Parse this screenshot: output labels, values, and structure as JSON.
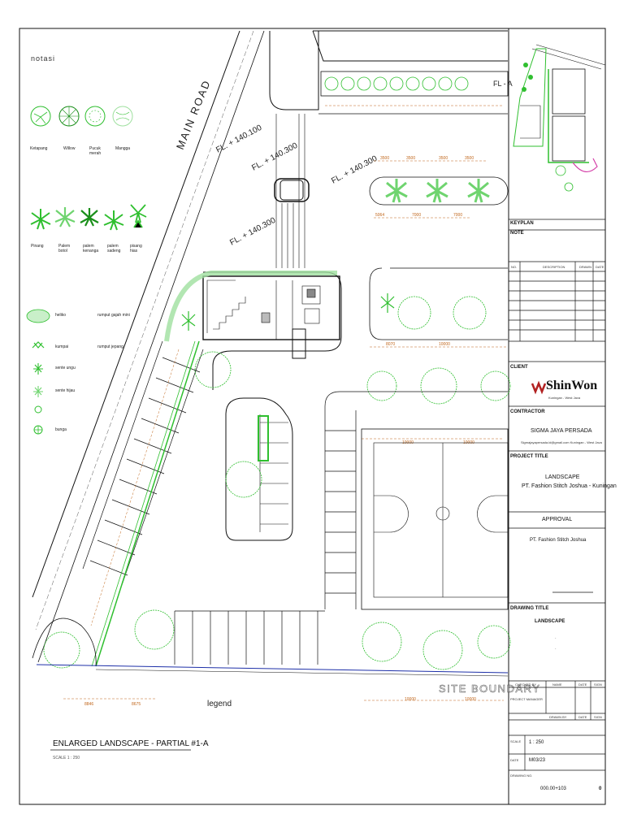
{
  "drawing": {
    "legend_heading": "notasi",
    "main_road": "MAIN ROAD",
    "elevations": [
      "FL. + 140.100",
      "FL. + 140.300",
      "FL. + 140.300",
      "FL. + 140.300"
    ],
    "fl_right": "FL - A",
    "dims_top": [
      "3500",
      "3500",
      "3500",
      "3500"
    ],
    "dims_mid": [
      "5064",
      "7000",
      "7000"
    ],
    "dims_park": [
      "8070",
      "10000"
    ],
    "dims_court": [
      "10000",
      "10000"
    ],
    "dims_bottom_left": [
      "8846",
      "8675"
    ],
    "dims_bottom_right": [
      "10000",
      "10000"
    ],
    "site_boundary": "SITE BOUNDARY",
    "legend_label": "legend",
    "title": "ENLARGED LANDSCAPE - PARTIAL #1-A",
    "scale": "SCALE 1 : 250"
  },
  "legend": {
    "trees_row1": [
      "Ketapang",
      "Willow",
      "Pucuk merah",
      "Mangga"
    ],
    "trees_row2": [
      "Pinang",
      "Palem botol",
      "palem kenanga",
      "palem sadeng",
      "pisang hias"
    ],
    "shrubs": [
      "heliko",
      "kumpai",
      "sente ungu",
      "sente hijau",
      "bunga"
    ],
    "shrubs_right": [
      "rumput gajah mini",
      "rumput jepang"
    ]
  },
  "titleblock": {
    "keyplan": "KEYPLAN",
    "note": "NOTE",
    "rev_headers": [
      "NO.",
      "DESCRIPTION",
      "DRAWN",
      "DATE"
    ],
    "client_label": "CLIENT",
    "client_name": "ShinWon",
    "client_address": "Kuningan - West Java",
    "contractor_label": "CONTRACTOR",
    "contractor_name": "SIGMA JAYA PERSADA",
    "contractor_email": "Sigmajayapersada.id@gmail.com Kuningan - West Java",
    "project_title_label": "PROJECT TITLE",
    "project_line1": "LANDSCAPE",
    "project_line2": "PT. Fashion Stitch Joshua - Kuningan",
    "approval_label": "APPROVAL",
    "approval_name": "PT. Fashion Stitch Joshua",
    "drawing_title_label": "DRAWING TITLE",
    "drawing_title": "LANDSCAPE",
    "checked_by": "CHECKED BY",
    "name": "NAME",
    "date": "DATE",
    "sign": "SIGN",
    "project_manager": "PROJECT MANAGER",
    "drawn_by": "DRAWN BY",
    "scale_label": "SCALE",
    "scale_value": "1 : 250",
    "date_label": "DATE",
    "date_value": "M03/23",
    "drawing_no_label": "DRAWING NO.",
    "drawing_no": "000.00+103",
    "rev": "0"
  },
  "colors": {
    "line": "#111111",
    "green": "#2fbf2f",
    "green_dark": "#1a8f1a",
    "green_light": "#9fe09f",
    "dim": "#c0651a",
    "pink": "#d43fa8"
  }
}
